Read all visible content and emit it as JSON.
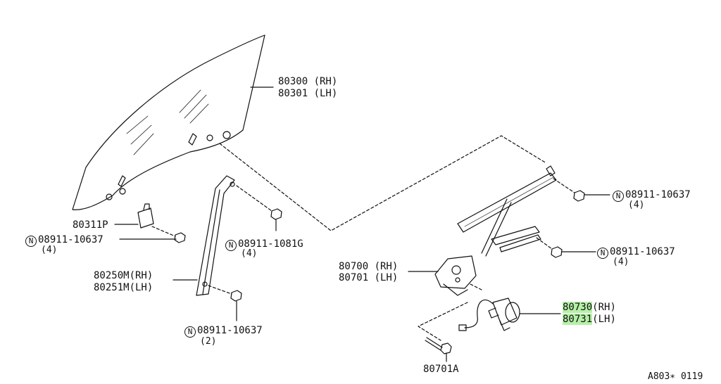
{
  "parts": {
    "glass": {
      "rh": "80300 (RH)",
      "lh": "80301 (LH)"
    },
    "glass_bracket": "80311P",
    "nut_a": {
      "prefix": "N",
      "number": "08911-10637",
      "qty": "(4)"
    },
    "channel": {
      "rh": "80250M(RH)",
      "lh": "80251M(LH)"
    },
    "bolt_a": {
      "prefix": "N",
      "number": "08911-1081G",
      "qty": "(4)"
    },
    "bolt_b": {
      "prefix": "N",
      "number": "08911-10637",
      "qty": "(2)"
    },
    "regulator": {
      "rh": "80700 (RH)",
      "lh": "80701 (LH)"
    },
    "nut_top": {
      "prefix": "N",
      "number": "08911-10637",
      "qty": "(4)"
    },
    "nut_mid": {
      "prefix": "N",
      "number": "08911-10637",
      "qty": "(4)"
    },
    "motor": {
      "rh_num": "80730",
      "rh_side": "(RH)",
      "lh_num": "80731",
      "lh_side": "(LH)"
    },
    "motor_bolt": "80701A"
  },
  "diagram_id": "A803∗ 0119",
  "colors": {
    "line": "#111111",
    "highlight": "#b6f0a8",
    "background": "#ffffff"
  }
}
